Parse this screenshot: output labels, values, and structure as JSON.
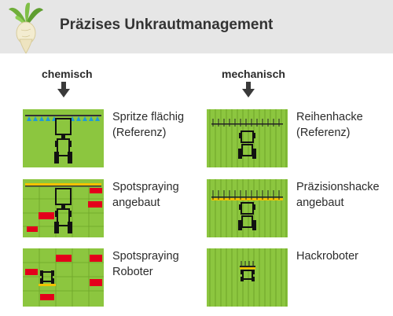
{
  "header": {
    "title": "Präzises Unkrautmanagement",
    "logo_icon": "sugar-beet-icon"
  },
  "columns": [
    {
      "heading": "chemisch",
      "items": [
        {
          "line1": "Spritze flächig",
          "line2": "(Referenz)",
          "icon": "tractor-full-sprayer-icon"
        },
        {
          "line1": "Spotspraying",
          "line2": "angebaut",
          "icon": "tractor-spot-sprayer-icon"
        },
        {
          "line1": "Spotspraying",
          "line2": "Roboter",
          "icon": "spot-spraying-robot-icon"
        }
      ]
    },
    {
      "heading": "mechanisch",
      "items": [
        {
          "line1": "Reihenhacke",
          "line2": "(Referenz)",
          "icon": "tractor-row-hoe-icon"
        },
        {
          "line1": "Präzisionshacke",
          "line2": "angebaut",
          "icon": "tractor-precision-hoe-icon"
        },
        {
          "line1": "Hackroboter",
          "line2": "",
          "icon": "hoeing-robot-icon"
        }
      ]
    }
  ],
  "colors": {
    "field_green": "#8cc63f",
    "row_line": "#6ea42a",
    "spot_red": "#e3001b",
    "nozzle_blue": "#1f9ad6",
    "boom_yellow": "#f2c200",
    "header_gray": "#e6e6e6",
    "arrow": "#3a3a3a"
  }
}
